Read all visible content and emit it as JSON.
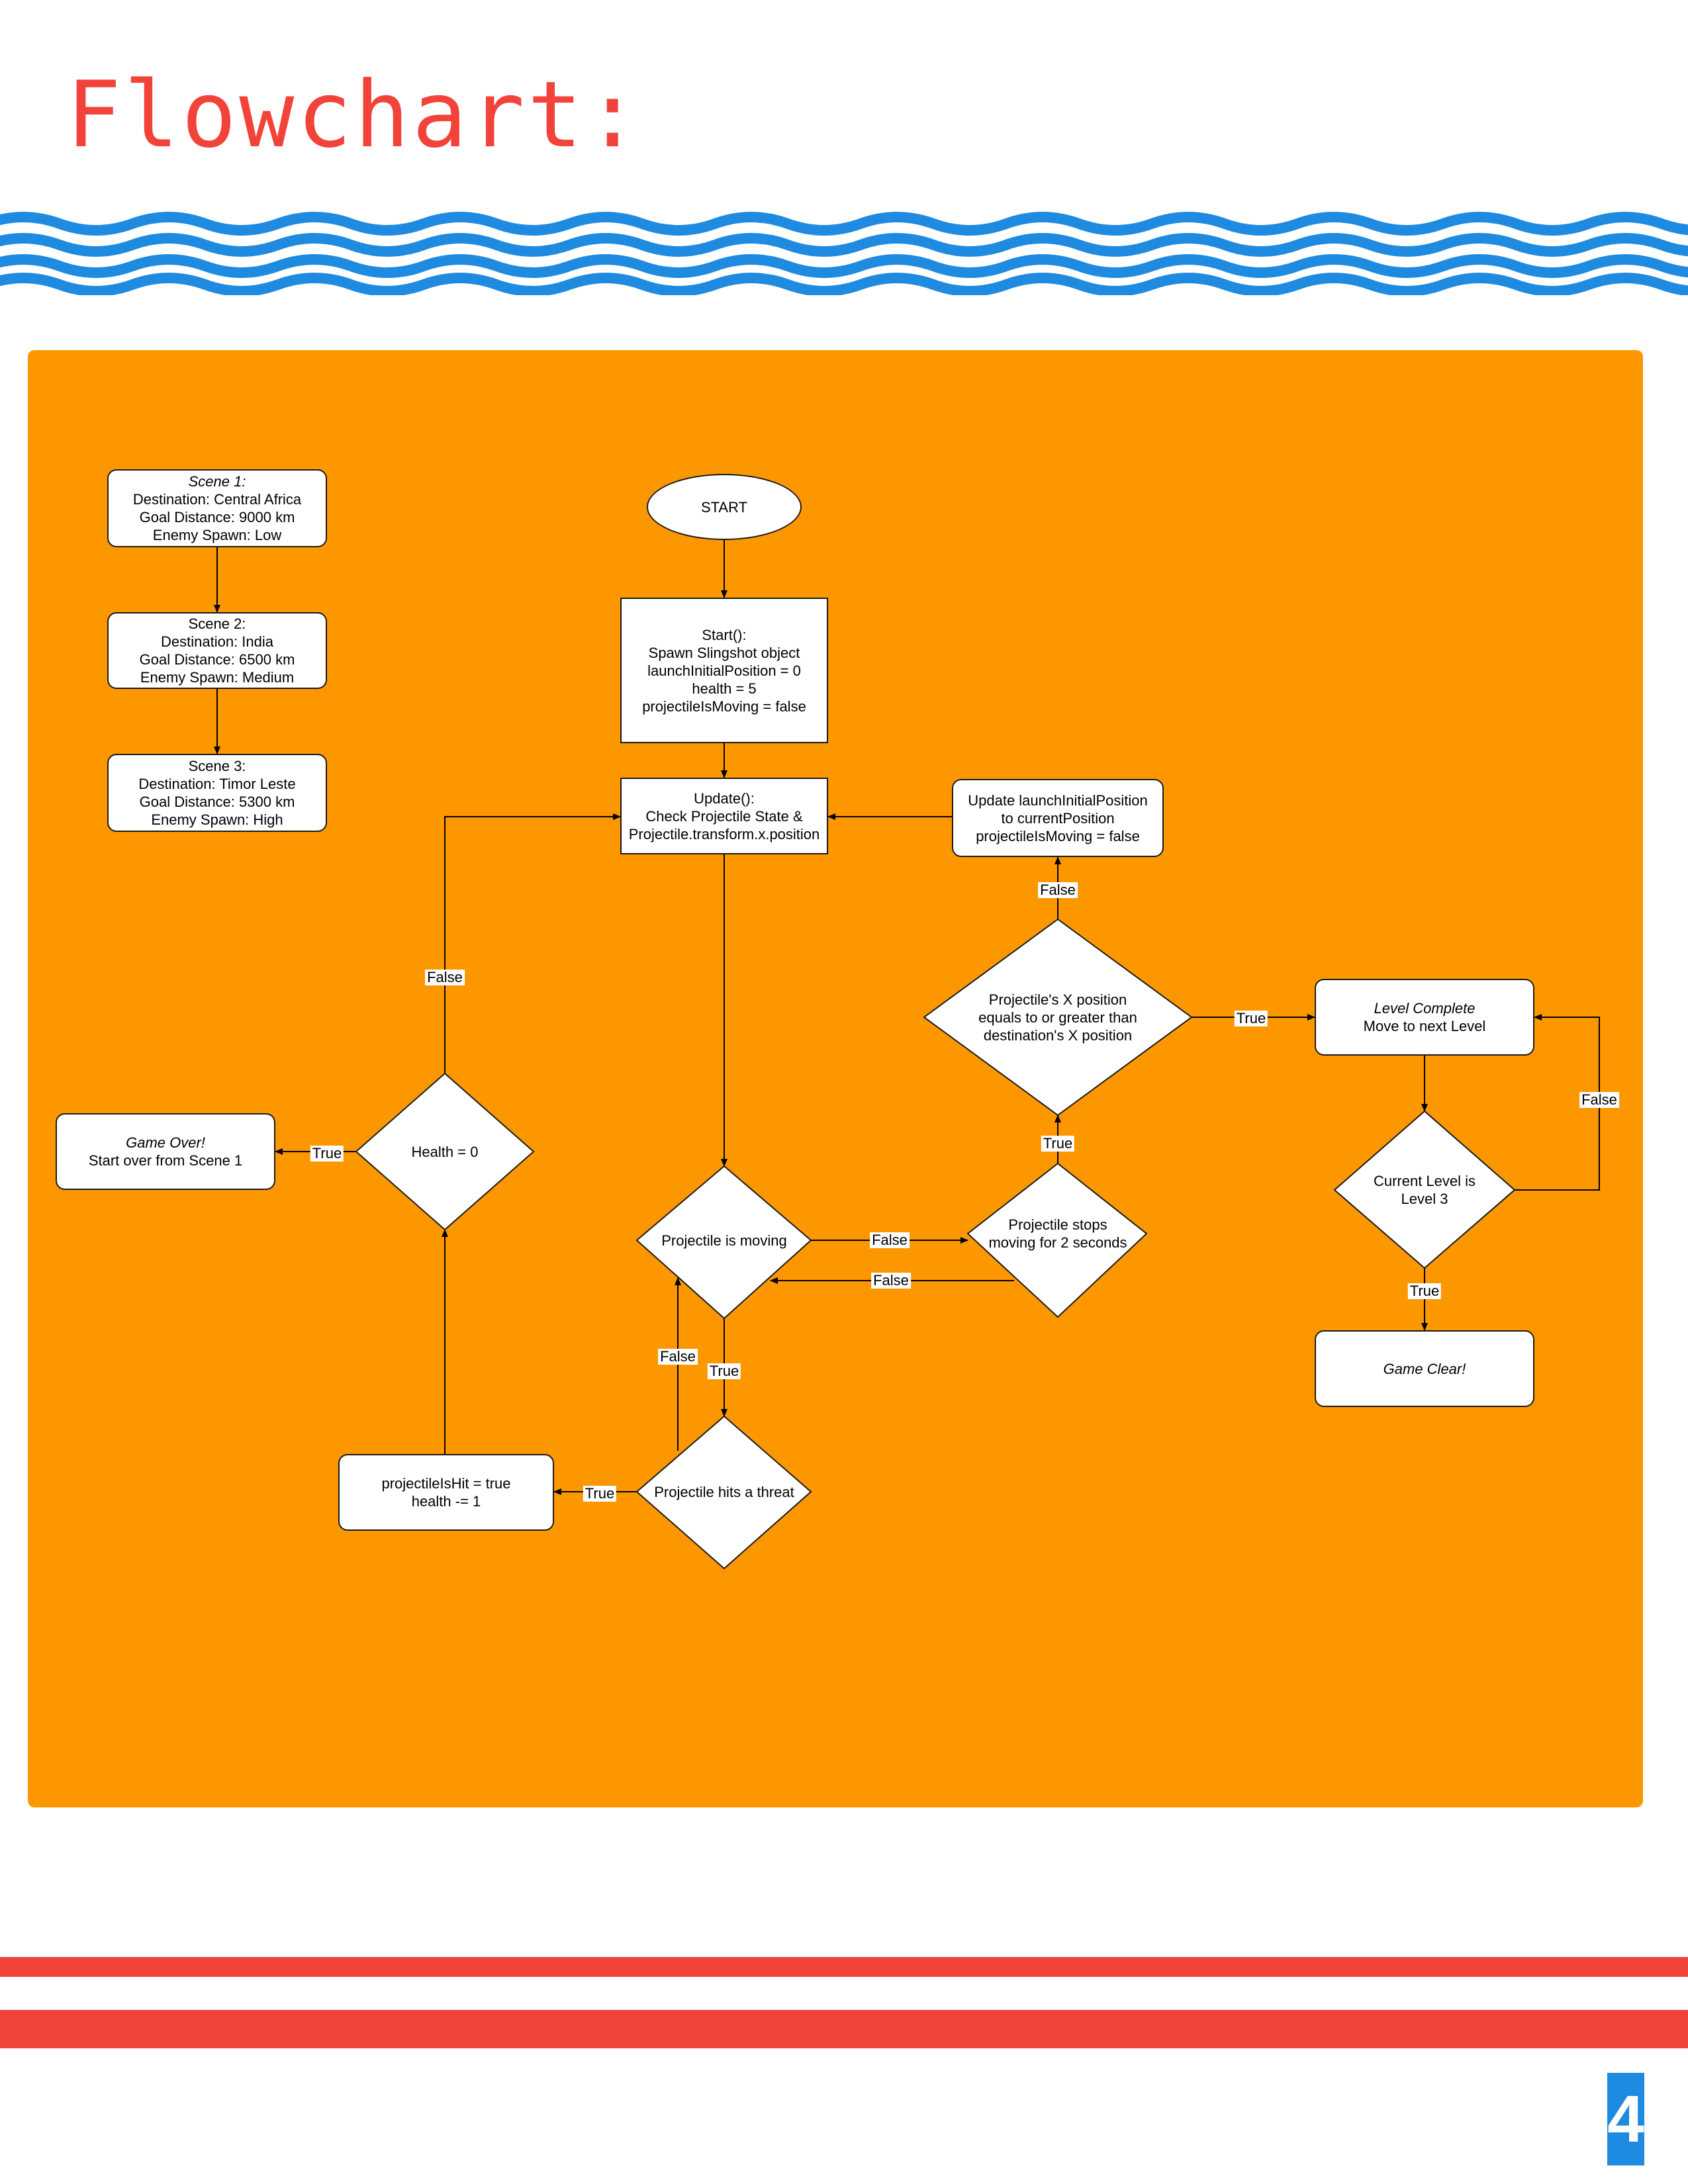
{
  "page": {
    "title": "Flowchart:",
    "page_number": "4",
    "colors": {
      "title": "#f2433a",
      "waves": "#1f8be0",
      "panel": "#fd9700",
      "stripes": "#f2433a",
      "page_number_bg": "#1f8be0"
    }
  },
  "nodes": {
    "scene1": {
      "lines": [
        "Scene 1:",
        "Destination: Central Africa",
        "Goal Distance: 9000 km",
        "Enemy Spawn: Low"
      ]
    },
    "scene2": {
      "lines": [
        "Scene 2:",
        "Destination: India",
        "Goal Distance: 6500 km",
        "Enemy Spawn: Medium"
      ]
    },
    "scene3": {
      "lines": [
        "Scene 3:",
        "Destination: Timor Leste",
        "Goal Distance: 5300 km",
        "Enemy Spawn: High"
      ]
    },
    "start_oval": {
      "label": "START"
    },
    "start_func": {
      "lines": [
        "Start():",
        "Spawn Slingshot object",
        "launchInitialPosition = 0",
        "health = 5",
        "projectileIsMoving = false"
      ]
    },
    "update_func": {
      "lines": [
        "Update():",
        "Check Projectile State &",
        "Projectile.transform.x.position"
      ]
    },
    "update_launch": {
      "lines": [
        "Update launchInitialPosition",
        "to currentPosition",
        "projectileIsMoving = false"
      ]
    },
    "level_complete": {
      "lines": [
        "Level Complete",
        "Move to next Level"
      ]
    },
    "game_over": {
      "lines": [
        "Game Over!",
        "Start over from Scene 1"
      ]
    },
    "hit_box": {
      "lines": [
        "projectileIsHit = true",
        "health -= 1"
      ]
    },
    "game_clear": {
      "label": "Game Clear!"
    }
  },
  "decisions": {
    "health": {
      "lines": [
        "Health = 0"
      ]
    },
    "is_moving": {
      "lines": [
        "Projectile is moving"
      ]
    },
    "hits_threat": {
      "lines": [
        "Projectile hits a threat"
      ]
    },
    "stops_moving": {
      "lines": [
        "Projectile stops",
        "moving for 2 seconds"
      ]
    },
    "x_position": {
      "lines": [
        "Projectile's X position",
        "equals to or greater than",
        "destination's X position"
      ]
    },
    "current_level": {
      "lines": [
        "Current Level is",
        "Level 3"
      ]
    }
  },
  "edge_labels": {
    "health_false": "False",
    "health_true": "True",
    "hit_true": "True",
    "moving_true": "True",
    "moving_false_back": "False",
    "moving_false_out": "False",
    "stops_false": "False",
    "stops_true": "True",
    "xpos_false": "False",
    "xpos_true": "True",
    "level_false": "False",
    "level_true": "True"
  }
}
